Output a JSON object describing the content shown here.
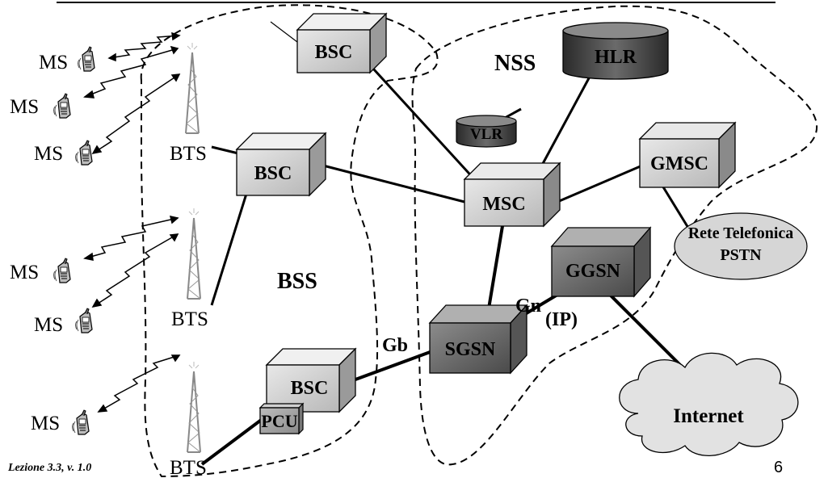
{
  "labels": {
    "nss": "NSS",
    "bss": "BSS",
    "gb": "Gb",
    "gn": "Gn",
    "ip": "(IP)"
  },
  "nodes": {
    "bsc_top": "BSC",
    "bsc_mid": "BSC",
    "bsc_bottom": "BSC",
    "pcu": "PCU",
    "msc": "MSC",
    "gmsc": "GMSC",
    "sgsn": "SGSN",
    "ggsn": "GGSN",
    "hlr": "HLR",
    "vlr": "VLR",
    "pstn_line1": "Rete Telefonica",
    "pstn_line2": "PSTN",
    "internet": "Internet"
  },
  "bts": [
    "BTS",
    "BTS",
    "BTS"
  ],
  "ms": [
    "MS",
    "MS",
    "MS",
    "MS",
    "MS",
    "MS"
  ],
  "footer": {
    "lesson": "Lezione 3.3, v. 1.0",
    "page": "6"
  }
}
